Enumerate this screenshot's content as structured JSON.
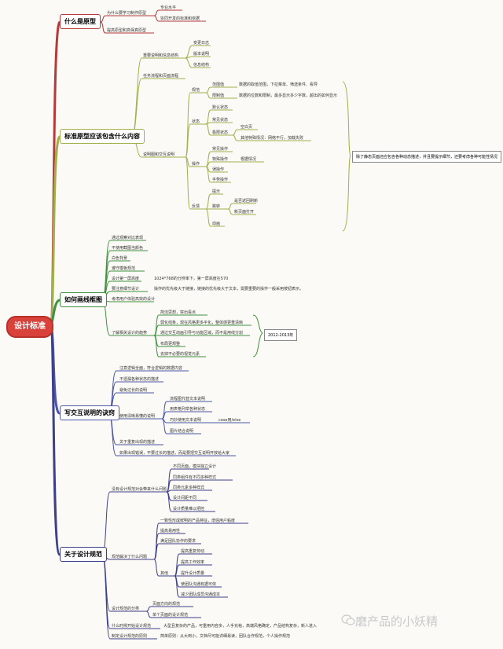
{
  "root": "设计标准",
  "branches": [
    {
      "title": "什么是原型",
      "color": "#b63a3a",
      "items": [
        "为什么要学习制作原型",
        "提高原型和高保真原型"
      ],
      "sub": [
        "专业水平",
        "协同开发的标准和依据"
      ]
    },
    {
      "title": "标准原型应该包含什么内容",
      "color": "#8a9b3c",
      "items": [
        "重要说明和信息结构",
        "任务流程和页面流程",
        "说明图和交互说明"
      ],
      "info": [
        "变更日志",
        "版本说明",
        "信息结构"
      ],
      "tags": [
        "规范",
        "状态",
        "操作",
        "反馈"
      ],
      "rules": [
        "范围值",
        "限制值"
      ],
      "ruleNotes": [
        "数据的取值范围，下拉菜单、筛选条件、看导",
        "数据的位数和限制，最多显示多少字数，超出的如何显示"
      ],
      "states": [
        "默认状态",
        "常见状态",
        "极限状态"
      ],
      "extreme": [
        "空白页",
        "其他特殊情况：网络不行，加载失败"
      ],
      "ops": [
        "常见操作",
        "特殊操作",
        "误操作",
        "手势操作"
      ],
      "opNote": "根据情况",
      "feedback": [
        "提示",
        "跳转",
        "动画"
      ],
      "jump": [
        "是否返回刷新",
        "新页面打开"
      ],
      "note": "除了静态页面还应包含各种动态描述，并且要提示细节，还要考虑各种可能性情况"
    },
    {
      "title": "如何画线框图",
      "color": "#3f9140",
      "items": [
        "通过观察对比表现",
        "不使用截图当颜色",
        "白色背景",
        "遵守模板规范",
        "设计第一屏高度",
        "要注意细节设计",
        "考虑用户体验高效的设计",
        "了解相关设计的趋势"
      ],
      "height": "1024*768的分辨率下，第一屏高度在570",
      "detail": "操作的优先级大于链接，链接的优先级大于文本，需要重要的操作一般采用按钮表示。",
      "trends": [
        "简洁思想，突出看点",
        "弱化线条，现在风格更多平化，整体感更重清晰",
        "通过交互动画引导与功能区域，而不是用线分割",
        "布局更规整",
        "去掉不必要的视觉元素"
      ],
      "year": "2012-2013年"
    },
    {
      "title": "写交互说明的诀窍",
      "color": "#4b56a6",
      "items": [
        "注意逻辑全面，符合逻辑的数据内容",
        "不遗漏各种状态的描述",
        "避免过长的说明",
        "使用清晰易懂的说明",
        "关于重复出现的描述",
        "如果出现错误，不要过长的描述，而是要把交互说明开放给大家"
      ],
      "clear": [
        "流程图代替文本说明",
        "用表格列举各种状态",
        "巧妙使用文本说明",
        "图片结合说明"
      ],
      "clearNote": "case用/else"
    },
    {
      "title": "关于设计规范",
      "color": "#3c3f8a",
      "items": [
        "没有设计规范对会带来什么问题",
        "规范解决了什么问题",
        "设计规范的分类",
        "什么时候开始设计规范",
        "制定设计规范的原则"
      ],
      "problems": [
        "不同页面，模块独立设计",
        "同类组件有不同多种样式",
        "同类元素多种样式",
        "设计间距不同",
        "设计质量难以把控"
      ],
      "solves": [
        "一致性形成鲜明的产品特征，增强用户粘度",
        "提高易用性",
        "满足团队协作的要求",
        "其他"
      ],
      "other": [
        "提高重复劳动",
        "提高工作效率",
        "提升设计质量",
        "使团队沟通有据可依",
        "减少团队成员沟通成本"
      ],
      "cats": [
        "页面方向的规范",
        "单个页面的设计规范"
      ],
      "when": "大型且复杂的产品，可重用内容多，人手充裕，高端风格确定，产品结构复杂，新人进入",
      "principle": "简单原则：从大到小，文档尽可能详细易读，团队合作规范，个人操作规范"
    }
  ],
  "watermark": "磨产品的小妖精"
}
